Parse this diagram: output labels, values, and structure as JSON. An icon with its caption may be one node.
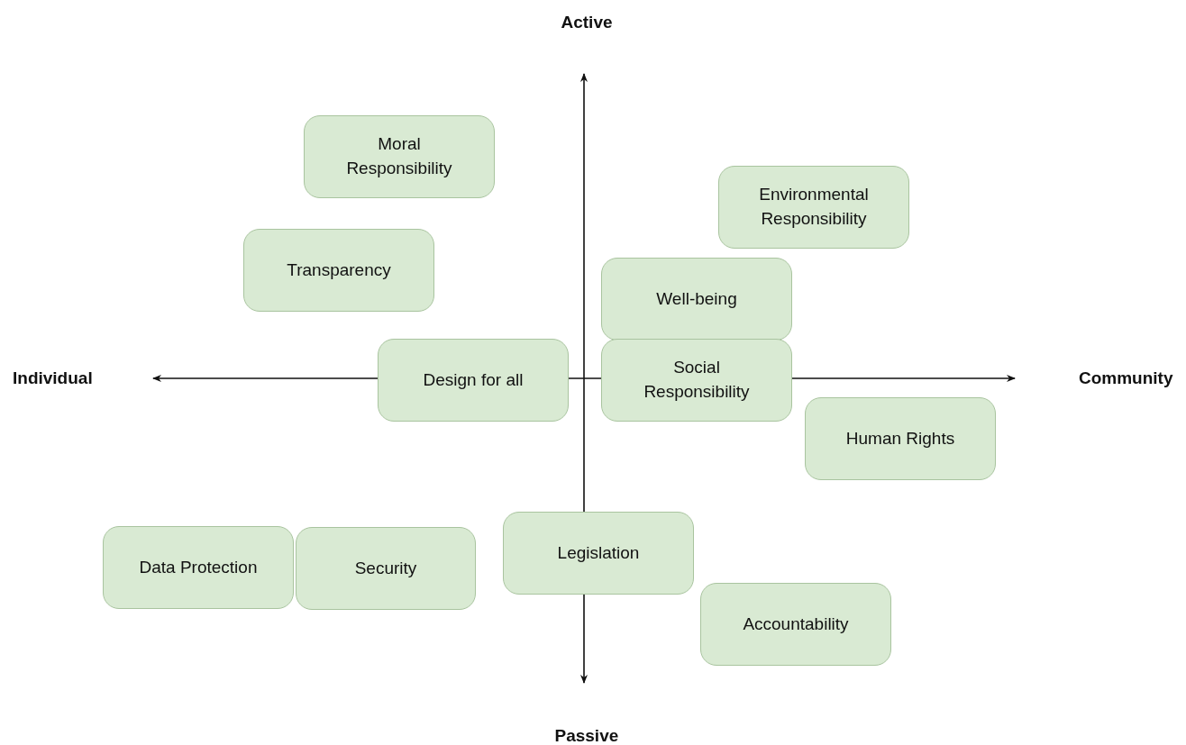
{
  "diagram": {
    "nodes": [
      {
        "text": [
          "Moral Responsibility"
        ]
      },
      {
        "text": [
          "Environmental Responsibility"
        ]
      },
      {
        "text": [
          "Transparency"
        ]
      },
      {
        "text": [
          "Well-being"
        ]
      },
      {
        "text": [
          "Design for all"
        ]
      },
      {
        "text": [
          "Social Responsibility"
        ]
      },
      {
        "text": [
          "Human Rights"
        ]
      },
      {
        "text": [
          "Data Protection"
        ]
      },
      {
        "text": [
          "Security"
        ]
      },
      {
        "text": [
          "Legislation"
        ]
      },
      {
        "text": [
          "Accountability"
        ]
      }
    ],
    "edges": [],
    "labels": [
      "Active",
      "Individual",
      "Community",
      "Passive"
    ]
  }
}
